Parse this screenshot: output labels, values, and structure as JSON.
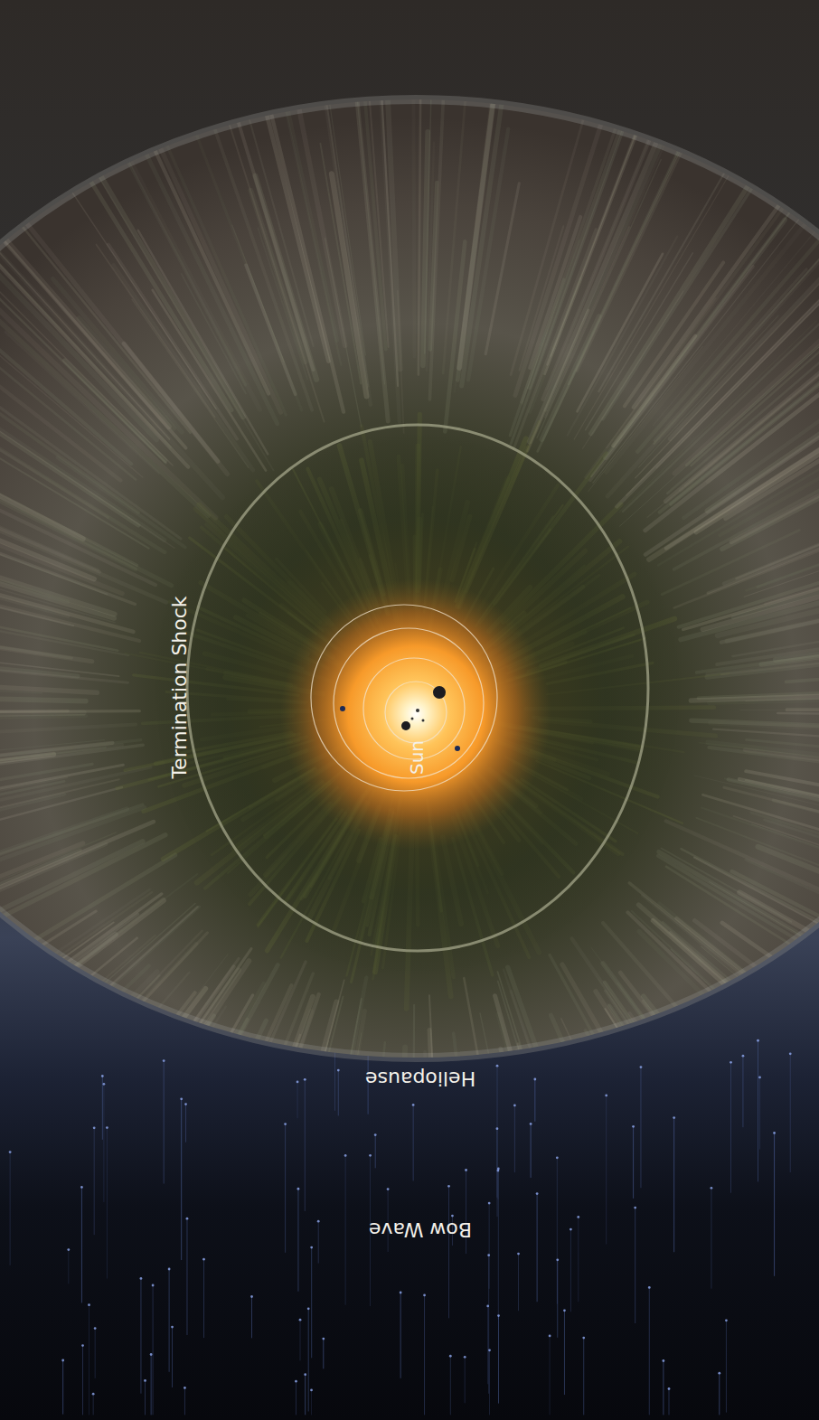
{
  "diagram": {
    "labels": [
      "Termination Shock",
      "Sun",
      "Heliopause",
      "Bow Wave"
    ]
  }
}
